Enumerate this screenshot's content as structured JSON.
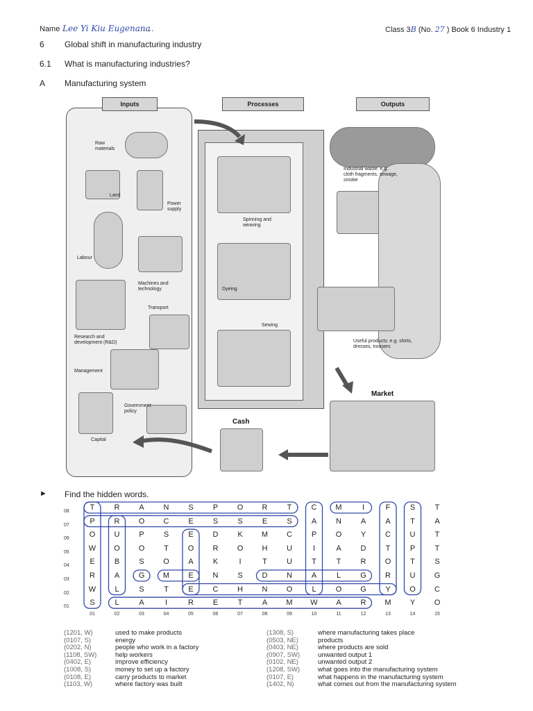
{
  "header": {
    "name_label": "Name",
    "name_value": "Lee Yi Kiu Eugenana",
    "name_dots": "......",
    "class_text": "Class 3",
    "class_hand": "B",
    "no_text": "(No.",
    "no_hand": "27",
    "book_text": ") Book 6 Industry 1"
  },
  "sections": [
    {
      "num": "6",
      "title": "Global shift in manufacturing industry"
    },
    {
      "num": "6.1",
      "title": "What is manufacturing industries?"
    },
    {
      "num": "A",
      "title": "Manufacturing system"
    }
  ],
  "diagram": {
    "signs": {
      "inputs": "Inputs",
      "processes": "Processes",
      "outputs": "Outputs"
    },
    "inputs": {
      "raw_materials": "Raw materials",
      "land": "Land",
      "power_supply": "Power supply",
      "labour": "Labour",
      "machines": "Machines and technology",
      "transport": "Transport",
      "rnd": "Research and development (R&D)",
      "management": "Management",
      "government": "Government policy",
      "capital": "Capital"
    },
    "processes": {
      "spinning": "Spinning and weaving",
      "dyeing": "Dyeing",
      "sewing": "Sewing"
    },
    "outputs": {
      "waste": "Industrial waste: e.g. cloth fragments, sewage, smoke",
      "useful": "Useful products: e.g. shirts, dresses, trousers"
    },
    "market": "Market",
    "cash": "Cash"
  },
  "puzzle": {
    "instruction": "Find the hidden words.",
    "bullet": "►",
    "row_labels": [
      "08",
      "07",
      "06",
      "05",
      "04",
      "03",
      "02",
      "01"
    ],
    "col_labels": [
      "01",
      "02",
      "03",
      "04",
      "05",
      "06",
      "07",
      "08",
      "09",
      "10",
      "11",
      "12",
      "13",
      "14",
      "15"
    ],
    "rows": [
      [
        "T",
        "R",
        "A",
        "N",
        "S",
        "P",
        "O",
        "R",
        "T",
        "C",
        "M",
        "I",
        "F",
        "S",
        "T"
      ],
      [
        "P",
        "R",
        "O",
        "C",
        "E",
        "S",
        "S",
        "E",
        "S",
        "A",
        "N",
        "A",
        "A",
        "T",
        "A"
      ],
      [
        "O",
        "U",
        "P",
        "S",
        "E",
        "D",
        "K",
        "M",
        "C",
        "P",
        "O",
        "Y",
        "C",
        "U",
        "T"
      ],
      [
        "W",
        "O",
        "O",
        "T",
        "O",
        "R",
        "O",
        "H",
        "U",
        "I",
        "A",
        "D",
        "T",
        "P",
        "T"
      ],
      [
        "E",
        "B",
        "S",
        "O",
        "A",
        "K",
        "I",
        "T",
        "U",
        "T",
        "T",
        "R",
        "O",
        "T",
        "S"
      ],
      [
        "R",
        "A",
        "G",
        "M",
        "E",
        "N",
        "S",
        "D",
        "N",
        "A",
        "L",
        "G",
        "R",
        "U",
        "G"
      ],
      [
        "W",
        "L",
        "S",
        "T",
        "E",
        "C",
        "H",
        "N",
        "O",
        "L",
        "O",
        "G",
        "Y",
        "O",
        "C"
      ],
      [
        "S",
        "L",
        "A",
        "I",
        "R",
        "E",
        "T",
        "A",
        "M",
        "W",
        "A",
        "R",
        "M",
        "Y",
        "O"
      ]
    ],
    "clues_left": [
      {
        "code": "(1201, W)",
        "text": "used to make products"
      },
      {
        "code": "(0107, S)",
        "text": "energy"
      },
      {
        "code": "(0202, N)",
        "text": "people who work in a factory"
      },
      {
        "code": "(1108, SW)",
        "text": "help workers"
      },
      {
        "code": "(0402, E)",
        "text": "improve efficiency"
      },
      {
        "code": "(1008, S)",
        "text": "money to set up a factory"
      },
      {
        "code": "(0108, E)",
        "text": "carry products to market"
      },
      {
        "code": "(1103, W)",
        "text": "where factory was built"
      }
    ],
    "clues_right": [
      {
        "code": "(1308, S)",
        "text": "where manufacturing takes place"
      },
      {
        "code": "(0503, NE)",
        "text": "products"
      },
      {
        "code": "(0403, NE)",
        "text": "where products are sold"
      },
      {
        "code": "(0907, SW)",
        "text": "unwanted output 1"
      },
      {
        "code": "(0102, NE)",
        "text": "unwanted output 2"
      },
      {
        "code": "(1208, SW)",
        "text": "what goes into the manufacturing system"
      },
      {
        "code": "(0107, E)",
        "text": "what happens in the manufacturing system"
      },
      {
        "code": "(1402, N)",
        "text": "what comes out from the manufacturing system"
      }
    ]
  },
  "colors": {
    "ink": "#1e1e1e",
    "pen": "#3048a8",
    "diagram_bg": "#efefef"
  }
}
